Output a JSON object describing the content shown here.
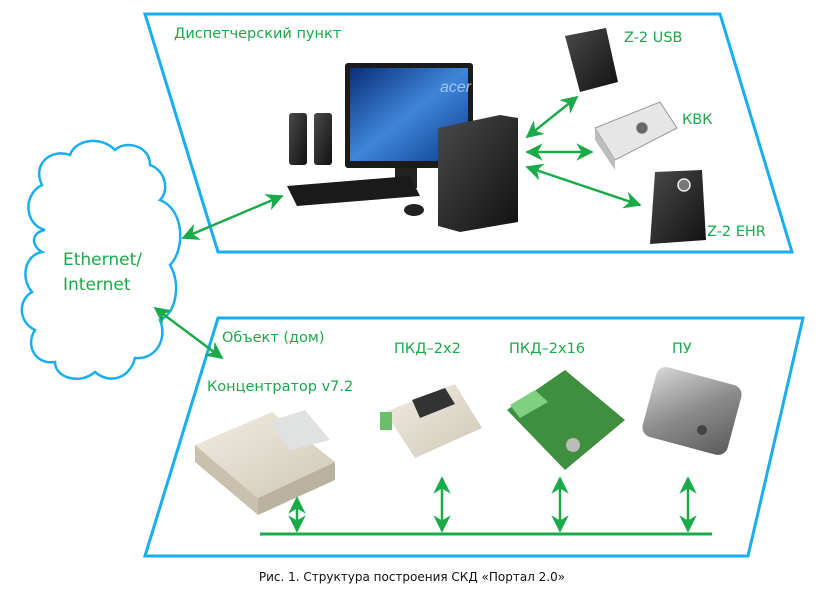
{
  "colors": {
    "frame": "#19aef0",
    "arrow": "#1aaa4a",
    "label": "#1aaa4a",
    "caption": "#111111"
  },
  "dispatch": {
    "title": "Диспетчерский пункт",
    "devices": [
      {
        "name": "Z-2 USB",
        "icon": "card-reader-icon"
      },
      {
        "name": "КВК",
        "icon": "key-reader-box-icon"
      },
      {
        "name": "Z-2 EHR",
        "icon": "card-reader-touch-icon"
      }
    ],
    "computer_icon": "desktop-pc-icon"
  },
  "network": {
    "label_line1": "Ethernet/",
    "label_line2": "Internet",
    "icon": "cloud-icon"
  },
  "object": {
    "title": "Объект (дом)",
    "hub": "Концентратор v7.2",
    "devices": [
      {
        "name": "ПКД–2х2",
        "icon": "controller-module-icon"
      },
      {
        "name": "ПКД–2х16",
        "icon": "circuit-board-icon"
      },
      {
        "name": "ПУ",
        "icon": "intercom-panel-icon"
      }
    ]
  },
  "caption": "Рис. 1. Структура построения СКД «Портал 2.0»"
}
